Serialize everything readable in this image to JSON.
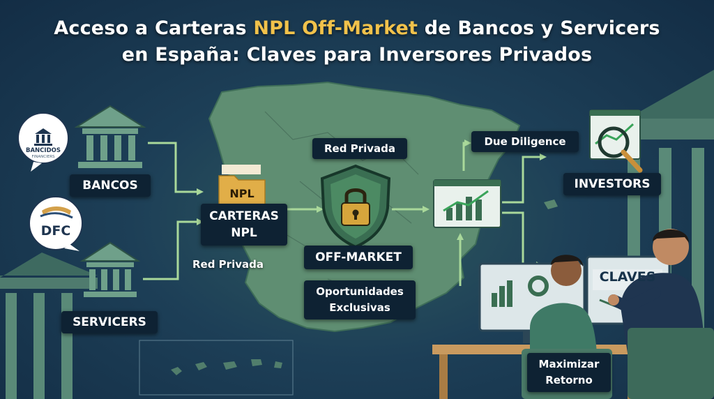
{
  "title": {
    "line1_a": "Acceso a Carteras ",
    "line1_highlight": "NPL Off-Market",
    "line1_b": " de Bancos y Servicers",
    "line2": "en España: Claves para Inversores Privados"
  },
  "logos": {
    "bancidos_name": "BANCIDOS",
    "bancidos_sub": "FINANCIERS",
    "dfc_name": "DFC"
  },
  "labels": {
    "bancos": "BANCOS",
    "servicers": "SERVICERS",
    "npl_folder": "NPL",
    "carteras_line1": "CARTERAS",
    "carteras_line2": "NPL",
    "red_privada_top": "Red Privada",
    "red_privada_bottom": "Red Privada",
    "off_market": "OFF-MARKET",
    "oportunidades_line1": "Oportunidades",
    "oportunidades_line2": "Exclusivas",
    "due_diligence": "Due Diligence",
    "investors": "INVESTORS",
    "claves": "CLAVES",
    "maximizar_line1": "Maximizar",
    "maximizar_line2": "Retorno"
  },
  "colors": {
    "accent_gold": "#f1c24b",
    "arrow_green": "#a9d89a",
    "map_fill": "#5f8e72",
    "label_bg": "#0e2233"
  }
}
